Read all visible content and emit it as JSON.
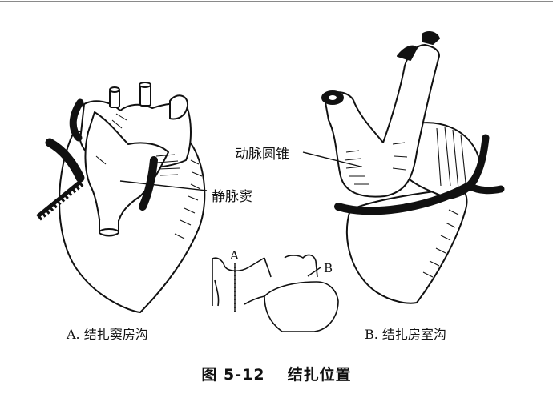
{
  "labels": {
    "sinus_venosus": "静脉窦",
    "conus_arteriosus": "动脉圆锥",
    "marker_a": "A",
    "marker_b": "B"
  },
  "subcaptions": {
    "a": "A. 结扎窦房沟",
    "b": "B. 结扎房室沟"
  },
  "caption": {
    "number": "图 5-12",
    "title": "结扎位置"
  }
}
